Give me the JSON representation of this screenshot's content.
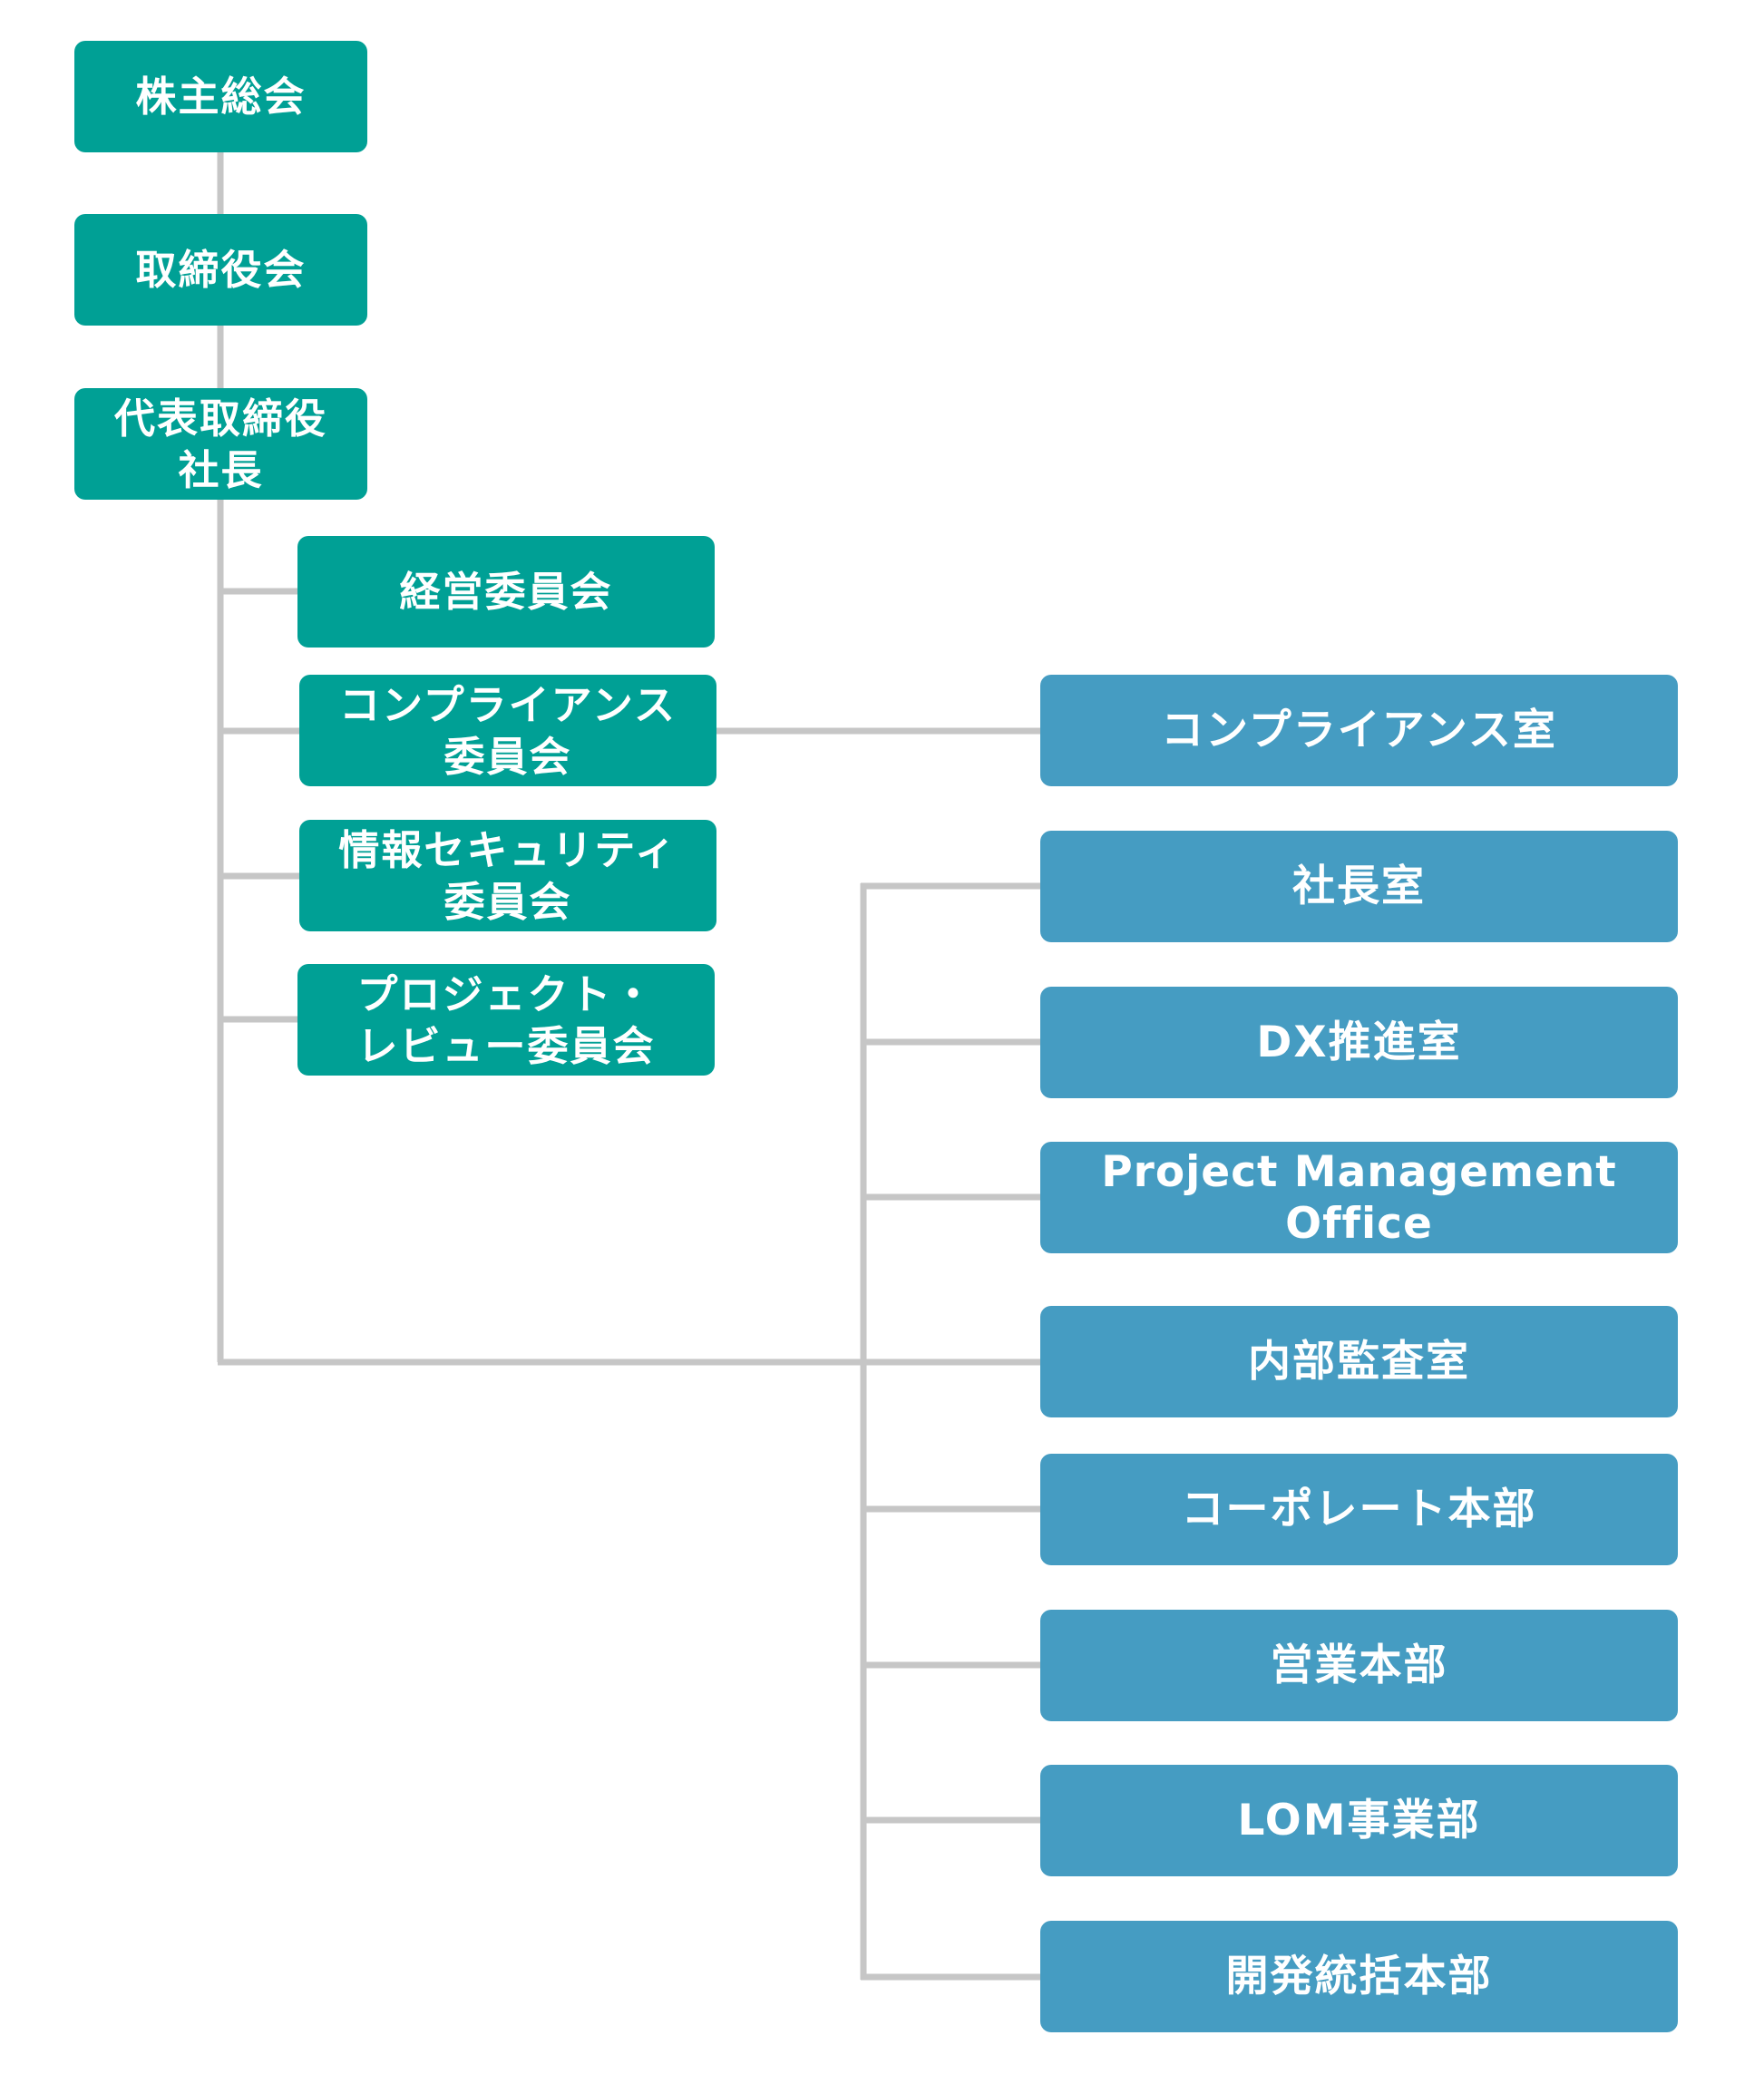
{
  "colors": {
    "governance": "#00a095",
    "departments": "#459cc2",
    "connector": "#c6c6c6",
    "text": "#ffffff"
  },
  "governance": {
    "shareholders_meeting": "株主総会",
    "board_of_directors": "取締役会",
    "ceo": "代表取締役\n社長"
  },
  "committees": {
    "management": "経営委員会",
    "compliance": "コンプライアンス\n委員会",
    "information_security": "情報セキュリティ\n委員会",
    "project_review": "プロジェクト・\nレビュー委員会"
  },
  "departments": {
    "compliance_office": "コンプライアンス室",
    "presidents_office": "社長室",
    "dx_promotion": "DX推進室",
    "pmo": "Project Management Office",
    "internal_audit": "内部監査室",
    "corporate_division": "コーポレート本部",
    "sales_division": "営業本部",
    "lom_business": "LOM事業部",
    "development_division": "開発統括本部"
  }
}
